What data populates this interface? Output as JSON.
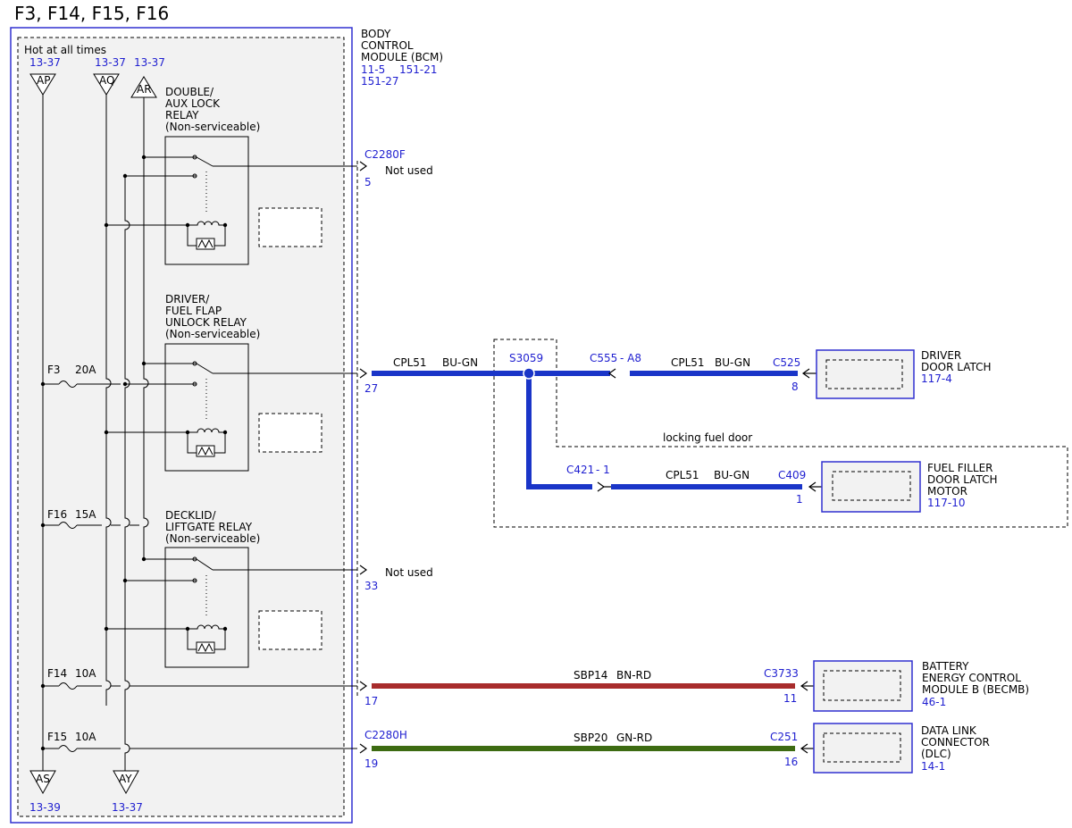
{
  "title": "F3, F14, F15, F16",
  "hot_label": "Hot at all times",
  "bcm": {
    "line1": "BODY",
    "line2": "CONTROL",
    "line3": "MODULE (BCM)",
    "ref1": "11-5",
    "ref2": "151-21",
    "ref3": "151-27"
  },
  "feeds": {
    "ap": {
      "ref": "13-37",
      "label": "AP"
    },
    "aq": {
      "ref": "13-37",
      "label": "AQ"
    },
    "ar": {
      "ref": "13-37",
      "label": "AR"
    },
    "as": {
      "ref": "13-39",
      "label": "AS"
    },
    "ay": {
      "ref": "13-37",
      "label": "AY"
    }
  },
  "relays": {
    "r1": {
      "line1": "DOUBLE/",
      "line2": "AUX LOCK",
      "line3": "RELAY",
      "line4": "(Non-serviceable)"
    },
    "r2": {
      "line1": "DRIVER/",
      "line2": "FUEL FLAP",
      "line3": "UNLOCK RELAY",
      "line4": "(Non-serviceable)"
    },
    "r3": {
      "line1": "DECKLID/",
      "line2": "LIFTGATE RELAY",
      "line3": "(Non-serviceable)"
    }
  },
  "fuses": {
    "f3": {
      "name": "F3",
      "rating": "20A"
    },
    "f16": {
      "name": "F16",
      "rating": "15A"
    },
    "f14": {
      "name": "F14",
      "rating": "10A"
    },
    "f15": {
      "name": "F15",
      "rating": "10A"
    }
  },
  "pins": {
    "c2280f": "C2280F",
    "p5": "5",
    "p27": "27",
    "p33": "33",
    "p17": "17",
    "c2280h": "C2280H",
    "p19": "19"
  },
  "not_used": "Not used",
  "circuits": {
    "main_circuit": "CPL51",
    "main_color": "BU-GN",
    "splice": "S3059",
    "c555": "C555",
    "c555_pin": "- A8",
    "seg2_circuit": "CPL51",
    "seg2_color": "BU-GN",
    "c525": "C525",
    "c525_pin": "8",
    "locking_label": "locking fuel door",
    "c421": "C421",
    "c421_pin": "- 1",
    "seg3_circuit": "CPL51",
    "seg3_color": "BU-GN",
    "c409": "C409",
    "c409_pin": "1",
    "sbp14": "SBP14",
    "sbp14_color": "BN-RD",
    "c3733": "C3733",
    "c3733_pin": "11",
    "sbp20": "SBP20",
    "sbp20_color": "GN-RD",
    "c251": "C251",
    "c251_pin": "16"
  },
  "components": {
    "door_latch": {
      "line1": "DRIVER",
      "line2": "DOOR LATCH",
      "ref": "117-4"
    },
    "fuel_filler": {
      "line1": "FUEL FILLER",
      "line2": "DOOR LATCH",
      "line3": "MOTOR",
      "ref": "117-10"
    },
    "becm": {
      "line1": "BATTERY",
      "line2": "ENERGY CONTROL",
      "line3": "MODULE B (BECMB)",
      "ref": "46-1"
    },
    "dlc": {
      "line1": "DATA LINK",
      "line2": "CONNECTOR",
      "line3": "(DLC)",
      "ref": "14-1"
    }
  },
  "colors": {
    "blue_wire": "#1a35c8",
    "red_wire": "#a82c2c",
    "green_wire": "#3d6b12",
    "border_blue": "#3030d0"
  }
}
